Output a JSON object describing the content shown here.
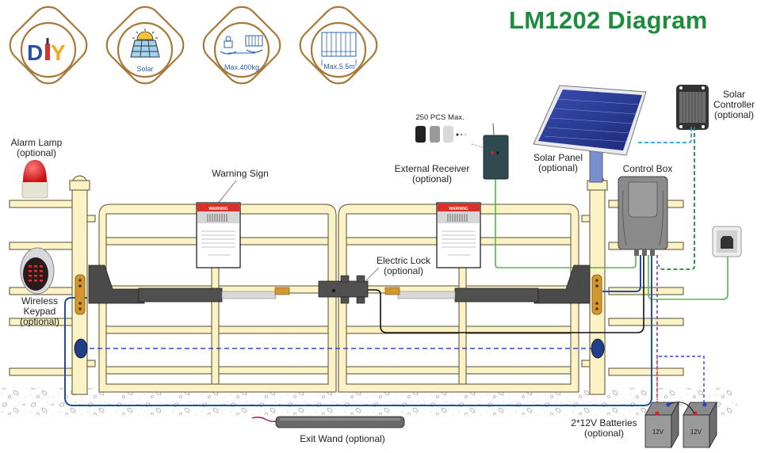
{
  "title": "LM1202 Diagram",
  "colors": {
    "title_green": "#1e8c3c",
    "badge_ring": "#a8773a",
    "fence_fill": "#fbf3c6",
    "fence_stroke": "#5a4e33",
    "blue_wire": "#1f4fa8",
    "green_wire": "#52b848",
    "black_wire": "#111111",
    "dashed_blue": "#3344dd",
    "dashed_green": "#1e8c3c",
    "dashed_cyan": "#2a9fd6",
    "dashed_purple": "#7a3fb0",
    "dashed_red": "#e05050",
    "warning_red": "#d9302a",
    "actuator_gray": "#4a4a4a"
  },
  "badges": [
    {
      "icon": "diy-icon",
      "caption": "",
      "text": "DIY"
    },
    {
      "icon": "solar-icon",
      "caption": "Solar"
    },
    {
      "icon": "weight-scale-icon",
      "caption": "Max.400kg"
    },
    {
      "icon": "gate-width-icon",
      "caption": "Max.5.5m"
    }
  ],
  "components": {
    "alarm_lamp": {
      "label": "Alarm Lamp",
      "note": "(optional)"
    },
    "wireless_keypad": {
      "label_line1": "Wireless",
      "label_line2": "Keypad",
      "note": "(optional)"
    },
    "warning_sign": {
      "label": "Warning Sign",
      "header": "WARNING"
    },
    "remotes": {
      "label": "250 PCS Max."
    },
    "external_receiver": {
      "label": "External Receiver",
      "note": "(optional)"
    },
    "solar_panel": {
      "label": "Solar Panel",
      "note": "(optional)"
    },
    "solar_controller": {
      "label_line1": "Solar",
      "label_line2": "Controller",
      "note": "(optional)"
    },
    "control_box": {
      "label": "Control Box"
    },
    "electric_lock": {
      "label": "Electric Lock",
      "note": "(optional)"
    },
    "batteries": {
      "label": "2*12V Batteries",
      "note": "(optional)",
      "cell_label": "12V"
    },
    "exit_wand": {
      "label": "Exit Wand (optional)"
    }
  }
}
